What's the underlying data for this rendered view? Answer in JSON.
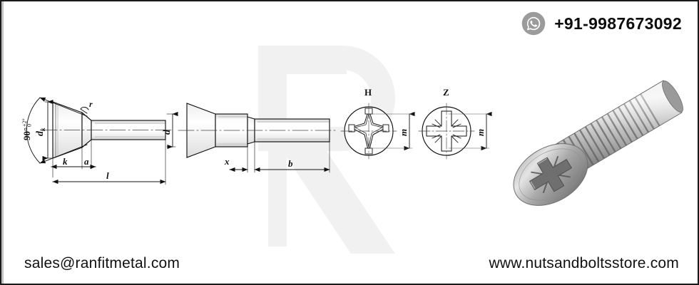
{
  "page": {
    "background": "#ffffff",
    "border_color": "#1a1a1a"
  },
  "watermark": {
    "letter": "R",
    "color": "#f1f1f1"
  },
  "header": {
    "whatsapp_icon": "whatsapp-icon",
    "icon_bg_color": "#9b9b9b",
    "phone": "+91-9987673092"
  },
  "footer": {
    "email": "sales@ranfitmetal.com",
    "website": "www.nutsandboltsstore.com"
  },
  "drawings": {
    "line_color": "#111111",
    "side_view_full": {
      "name": "countersunk-screw-side-view",
      "labels": {
        "angle": "90°",
        "angle_tol_upper": "+2°",
        "angle_tol_lower": "0",
        "head_dia": "d",
        "head_dia_sub": "k",
        "radius": "r",
        "head_height": "k",
        "transition": "a",
        "length": "l"
      }
    },
    "side_view_threaded": {
      "name": "countersunk-screw-thread-view",
      "labels": {
        "shank_dia": "d",
        "unthreaded": "x",
        "thread_length": "b"
      }
    },
    "drive_h": {
      "name": "phillips-cross-recess-head",
      "title": "H",
      "depth_label": "m"
    },
    "drive_z": {
      "name": "pozidriv-cross-recess-head",
      "title": "Z",
      "depth_label": "m"
    }
  },
  "photo": {
    "name": "countersunk-machine-screw-photo",
    "description": "stainless steel countersunk pozidriv machine screw"
  }
}
